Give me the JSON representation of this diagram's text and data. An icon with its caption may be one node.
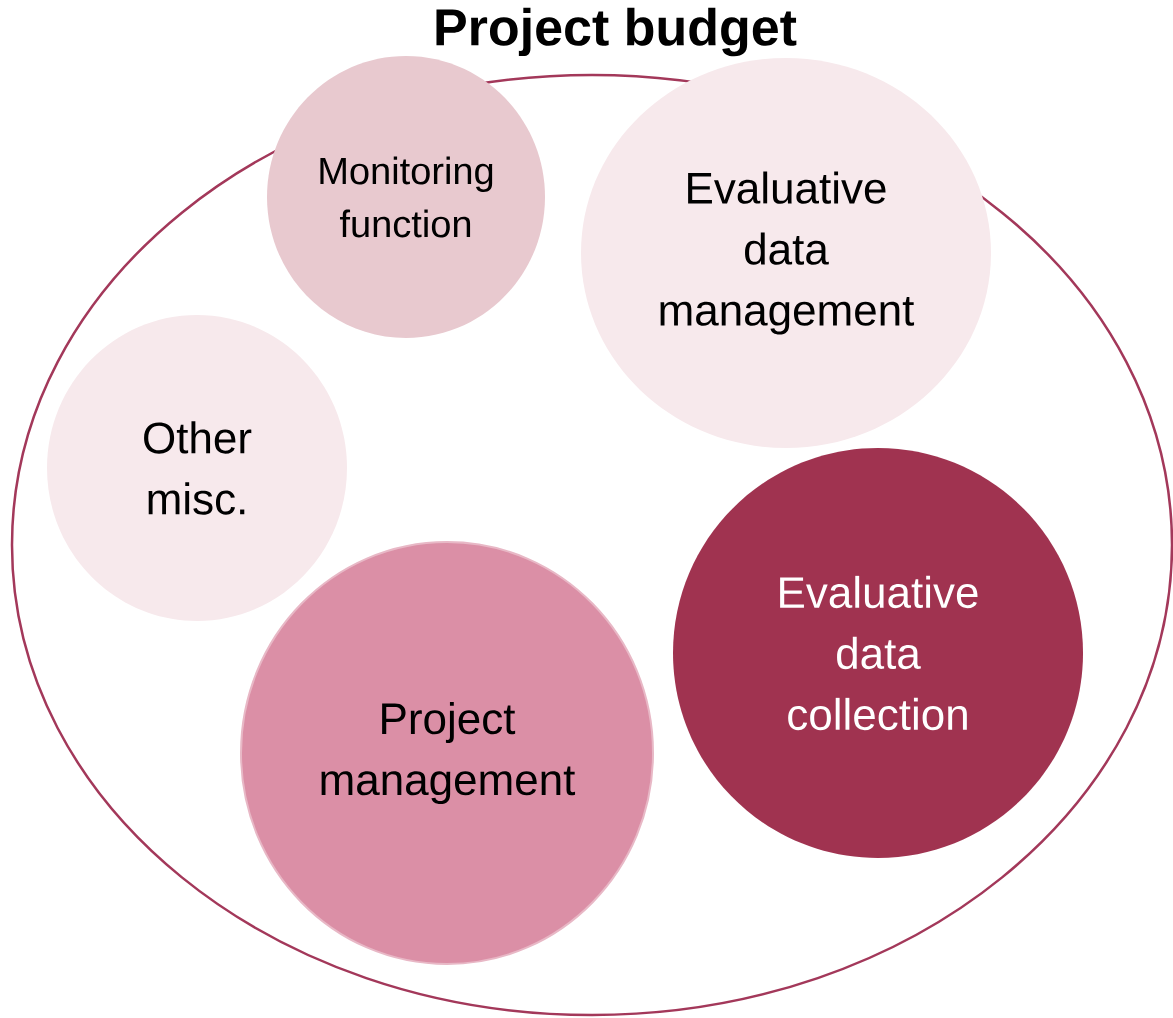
{
  "diagram": {
    "nodes": [
      {
        "text": [
          "Project budget"
        ]
      },
      {
        "text": [
          "Monitoring function"
        ],
        "in": 0
      },
      {
        "text": [
          "Evaluative data management"
        ],
        "in": 0
      },
      {
        "text": [
          "Other misc."
        ],
        "in": 0
      },
      {
        "text": [
          "Project management"
        ],
        "in": 0
      },
      {
        "text": [
          "Evaluative data collection"
        ],
        "in": 0
      }
    ]
  }
}
